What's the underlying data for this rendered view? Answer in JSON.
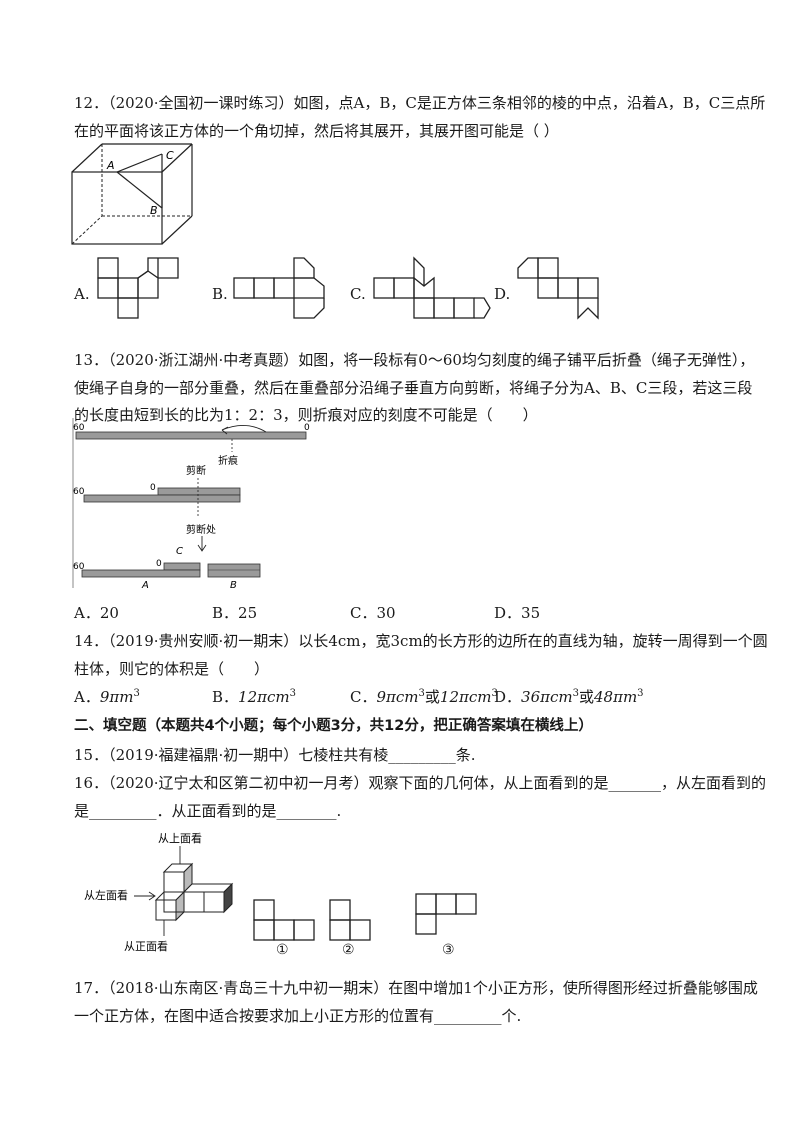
{
  "q12": {
    "line1": "12．（2020·全国初一课时练习）如图，点A，B，C是正方体三条相邻的棱的中点，沿着A，B，C三点所",
    "line2": "在的平面将该正方体的一个角切掉，然后将其展开，其展开图可能是（ ）",
    "fig_labels": {
      "a": "A",
      "b": "B",
      "c": "C"
    },
    "options": [
      "A.",
      "B.",
      "C.",
      "D."
    ]
  },
  "q13": {
    "line1": "13．（2020·浙江湖州·中考真题）如图，将一段标有0～60均匀刻度的绳子铺平后折叠（绳子无弹性），",
    "line2": "使绳子自身的一部分重叠，然后在重叠部分沿绳子垂直方向剪断，将绳子分为A、B、C三段，若这三段",
    "line3": "的长度由短到长的比为1：2：3，则折痕对应的刻度不可能是（　　）",
    "fig": {
      "left_60": "60",
      "right_0": "0",
      "fold_label": "折痕",
      "cut_label": "剪断",
      "cut_place_label": "剪断处",
      "seg_a": "A",
      "seg_b": "B",
      "seg_c": "C"
    },
    "options": [
      "A．20",
      "B．25",
      "C．30",
      "D．35"
    ]
  },
  "q14": {
    "line1_pre": "14．（2019·贵州安顺·初一期末）以长",
    "line1_v1": "4cm",
    "line1_mid": "，宽",
    "line1_v2": "3cm",
    "line1_post": "的长方形的边所在的直线为轴，旋转一周得到一个圆",
    "line2": "柱体，则它的体积是（　　）",
    "opt_a_label": "A．",
    "opt_a": "9π",
    "opt_b_label": "B．",
    "opt_b": "12πcm",
    "opt_c_label": "C．",
    "opt_c1": "9πcm",
    "opt_c_or": "或",
    "opt_c2": "12πcm",
    "opt_d_label": "D．",
    "opt_d1": "36πcm",
    "opt_d_or": "或",
    "opt_d2": "48πm",
    "cube_exp": "3",
    "unit_m": "m"
  },
  "section2": "二、填空题（本题共4个小题；每个小题3分，共12分，把正确答案填在横线上）",
  "q15": "15．（2019·福建福鼎·初一期中）七棱柱共有棱_________条.",
  "q16": {
    "line1": "16．（2020·辽宁太和区第二初中初一月考）观察下面的几何体，从上面看到的是_______，从左面看到的",
    "line2": "是_________．从正面看到的是________.",
    "fig": {
      "top_view": "从上面看",
      "left_view": "从左面看",
      "front_view": "从正面看",
      "n1": "①",
      "n2": "②",
      "n3": "③"
    }
  },
  "q17": {
    "line1": "17．（2018·山东南区·青岛三十九中初一期末）在图中增加1个小正方形，使所得图形经过折叠能够围成",
    "line2": "一个正方体，在图中适合按要求加上小正方形的位置有_________个."
  }
}
